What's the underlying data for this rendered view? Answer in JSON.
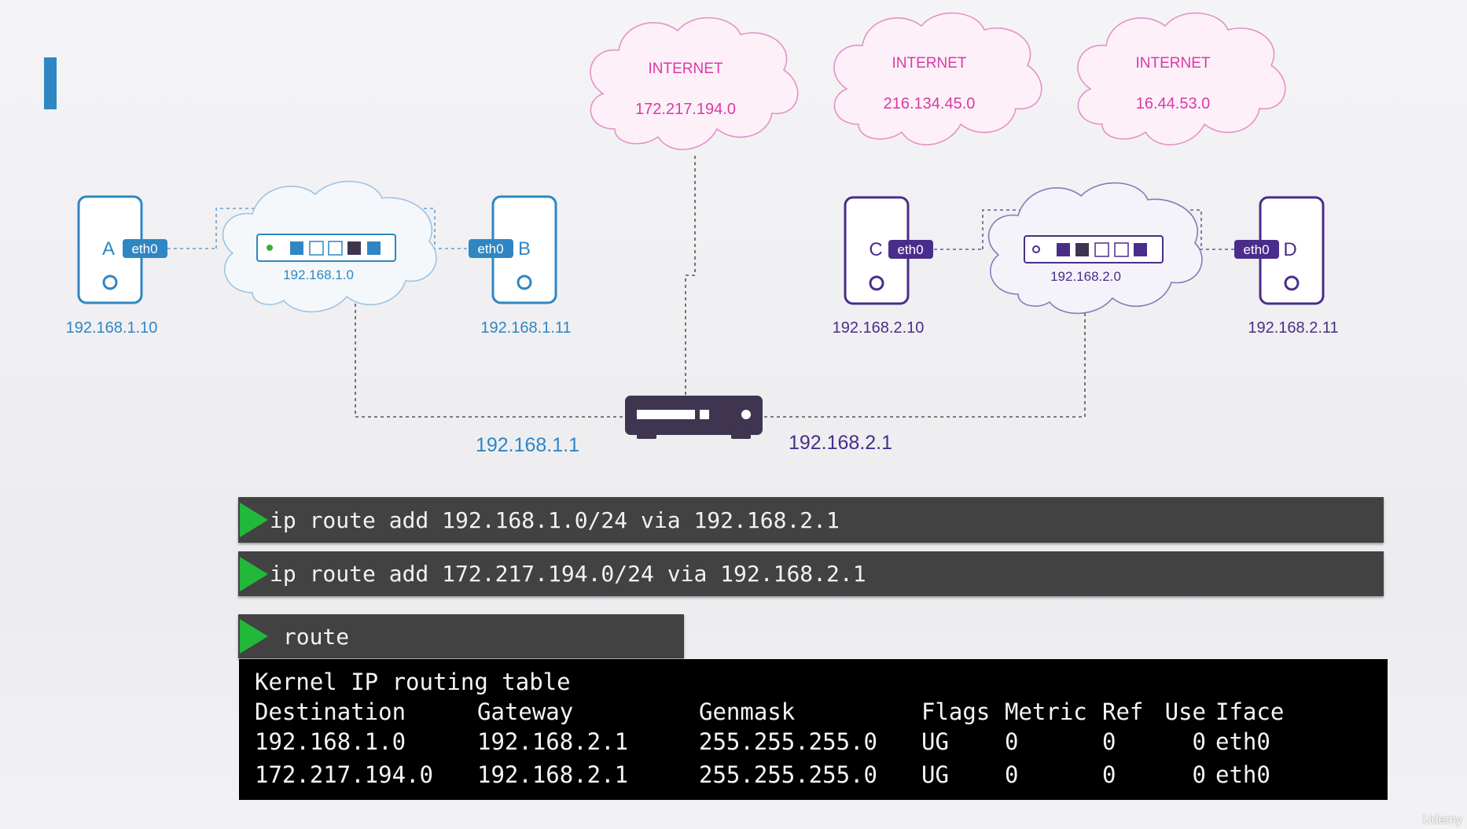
{
  "colors": {
    "blue": "#2f86c2",
    "purple": "#4a2d8a",
    "internet_pink": "#d93aa6",
    "router": "#3f3551",
    "terminal_bg": "#424242",
    "play": "#22b83a",
    "output_bg": "#000000"
  },
  "diagram": {
    "internets": [
      {
        "label": "INTERNET",
        "ip": "172.217.194.0"
      },
      {
        "label": "INTERNET",
        "ip": "216.134.45.0"
      },
      {
        "label": "INTERNET",
        "ip": "16.44.53.0"
      }
    ],
    "hosts": [
      {
        "name": "A",
        "iface": "eth0",
        "ip": "192.168.1.10"
      },
      {
        "name": "B",
        "iface": "eth0",
        "ip": "192.168.1.11"
      },
      {
        "name": "C",
        "iface": "eth0",
        "ip": "192.168.2.10"
      },
      {
        "name": "D",
        "iface": "eth0",
        "ip": "192.168.2.11"
      }
    ],
    "switches": [
      {
        "network": "192.168.1.0"
      },
      {
        "network": "192.168.2.0"
      }
    ],
    "router": {
      "left_ip": "192.168.1.1",
      "right_ip": "192.168.2.1"
    }
  },
  "terminal": {
    "commands": [
      "ip route add 192.168.1.0/24 via 192.168.2.1",
      "ip route add 172.217.194.0/24 via 192.168.2.1",
      " route"
    ],
    "output": {
      "title": "Kernel IP routing table",
      "headers": [
        "Destination",
        "Gateway",
        "Genmask",
        "Flags",
        "Metric",
        "Ref",
        "Use",
        "Iface"
      ],
      "rows": [
        [
          "192.168.1.0",
          "192.168.2.1",
          "255.255.255.0",
          "UG",
          "0",
          "0",
          "0",
          "eth0"
        ],
        [
          "172.217.194.0",
          "192.168.2.1",
          "255.255.255.0",
          "UG",
          "0",
          "0",
          "0",
          "eth0"
        ]
      ]
    }
  },
  "watermark": "Udemy"
}
